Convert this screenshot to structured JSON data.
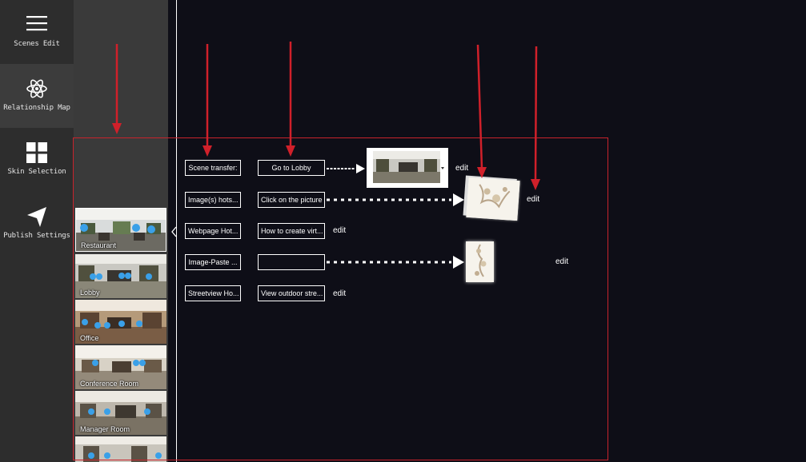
{
  "nav": {
    "items": [
      {
        "label": "Scenes Edit",
        "icon": "menu-icon"
      },
      {
        "label": "Relationship Map",
        "icon": "atom-icon"
      },
      {
        "label": "Skin Selection",
        "icon": "grid-icon"
      },
      {
        "label": "Publish Settings",
        "icon": "send-icon"
      }
    ],
    "active_index": 1
  },
  "scenes": [
    {
      "label": "Restaurant"
    },
    {
      "label": "Lobby"
    },
    {
      "label": "Office"
    },
    {
      "label": "Conference Room"
    },
    {
      "label": "Manager Room"
    },
    {
      "label": ""
    }
  ],
  "hotspots": [
    {
      "type": "Scene transfer:",
      "name": "Go to Lobby",
      "edit": "edit"
    },
    {
      "type": "Image(s) hots...",
      "name": "Click on the picture",
      "edit": "edit"
    },
    {
      "type": "Webpage Hot...",
      "name": "How to create virt...",
      "edit": "edit"
    },
    {
      "type": "Image-Paste ...",
      "name": "",
      "edit": "edit"
    },
    {
      "type": "Streetview Ho...",
      "name": "View outdoor stre...",
      "edit": "edit"
    }
  ],
  "colors": {
    "frame": "#c8232c",
    "arrow": "#d0202a",
    "hotspot_dot": "#3aa0e8",
    "background": "#0e0e17"
  }
}
